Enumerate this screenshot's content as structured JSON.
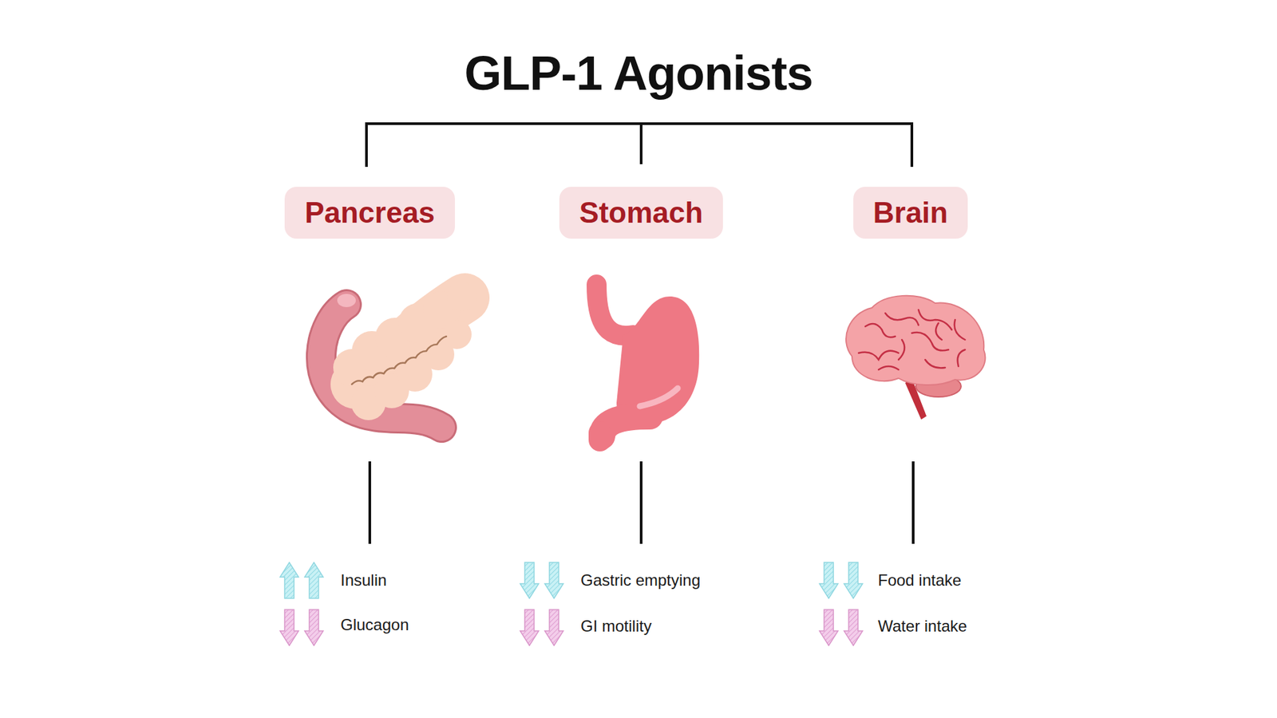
{
  "diagram": {
    "title": "GLP-1 Agonists",
    "nodes": [
      {
        "text": [
          "Pancreas"
        ]
      },
      {
        "text": [
          "Stomach"
        ]
      },
      {
        "text": [
          "Brain"
        ]
      }
    ],
    "labels": [
      "Insulin",
      "Glucagon",
      "Gastric emptying",
      "GI motility",
      "Food intake",
      "Water intake"
    ]
  }
}
